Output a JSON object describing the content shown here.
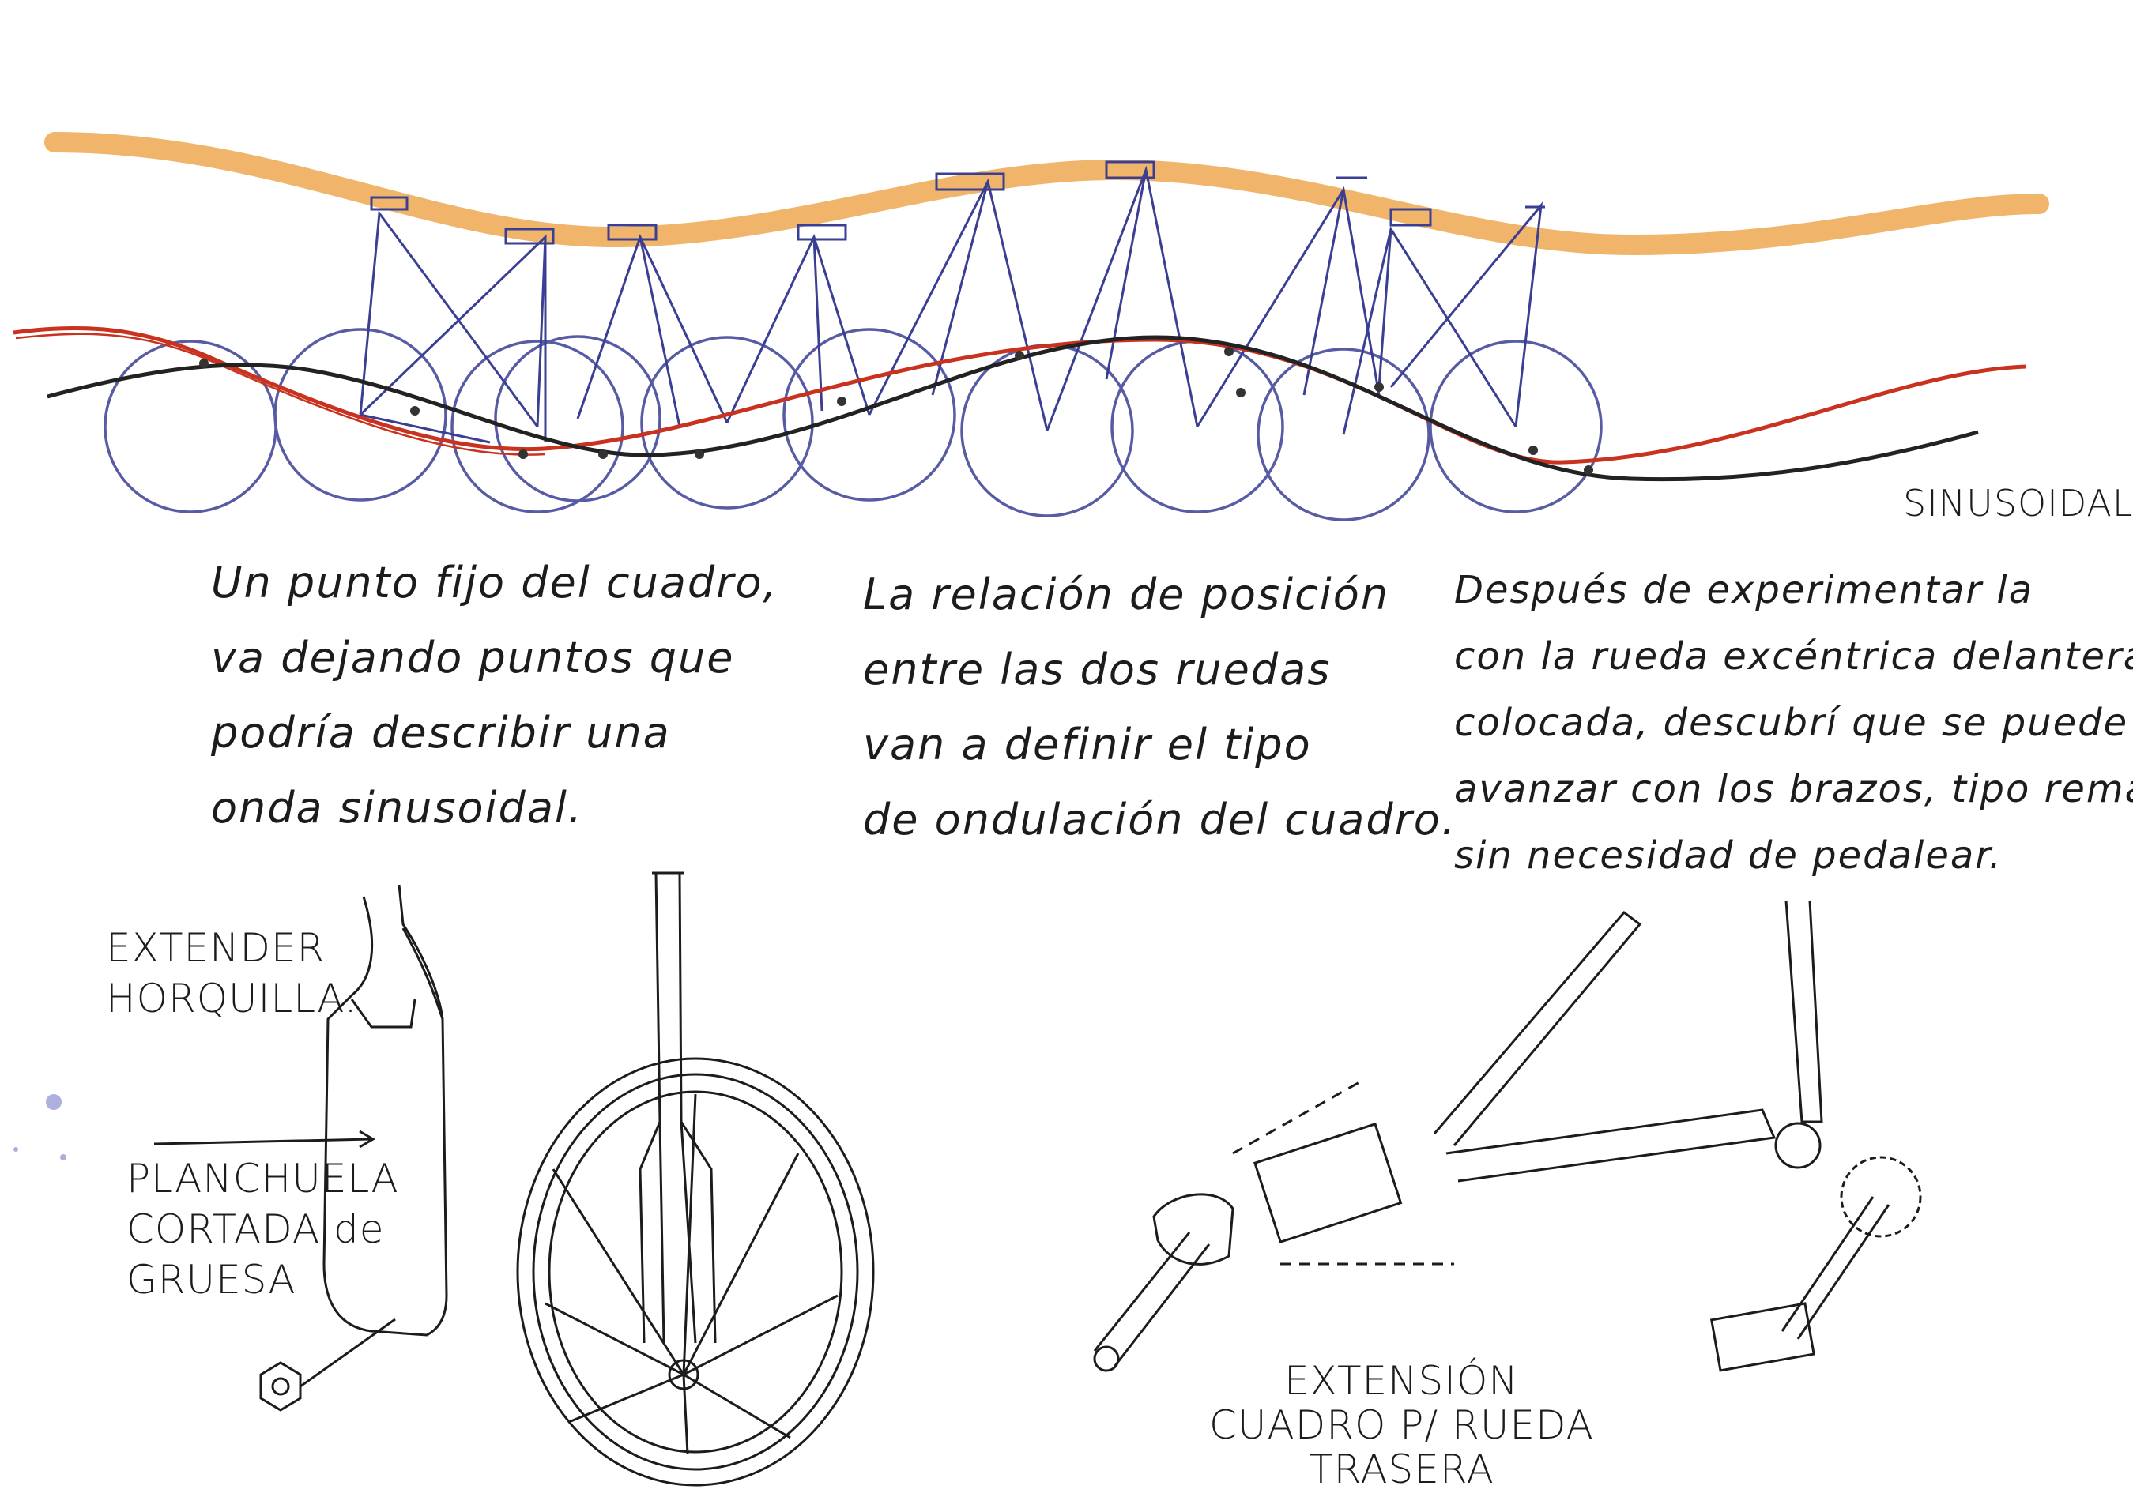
{
  "colors": {
    "paper": "#ffffff",
    "ink_black": "#1c1c1c",
    "ink_blue": "#3a3f93",
    "wave_orange": "#f0b56a",
    "wave_red": "#c8321e"
  },
  "top_sketch": {
    "label": "SINUSOIDAL"
  },
  "notes": [
    {
      "lines": [
        "Un punto fijo del cuadro,",
        "va dejando puntos que",
        "podría describir una",
        "onda sinusoidal."
      ]
    },
    {
      "lines": [
        "La relación de posición",
        "entre las dos ruedas",
        "van a definir el tipo",
        "de ondulación del cuadro."
      ]
    },
    {
      "lines": [
        "Después de experimentar la",
        "con la rueda excéntrica delantera",
        "colocada, descubrí que se puede",
        "avanzar con los brazos, tipo remando.",
        "sin necesidad de pedalear."
      ]
    }
  ],
  "bottom_labels": {
    "fork": [
      "EXTENDER",
      "HORQUILLA."
    ],
    "plate": [
      "PLANCHUELA",
      "CORTADA de",
      "GRUESA"
    ],
    "frame": [
      "EXTENSIÓN",
      "CUADRO P/ RUEDA",
      "TRASERA"
    ]
  }
}
